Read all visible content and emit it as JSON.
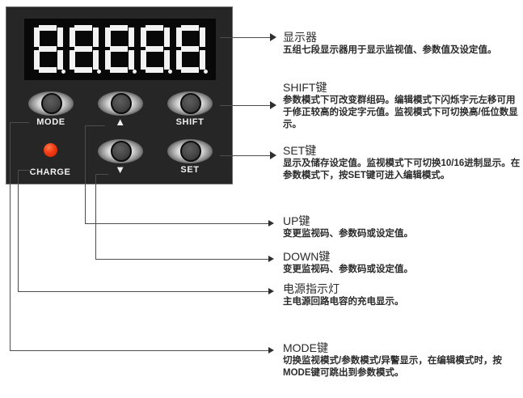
{
  "panel": {
    "display": {
      "digit_count": 5,
      "value": "88888",
      "segments_all_lit": true
    },
    "buttons": [
      {
        "id": "mode",
        "label": "MODE",
        "type": "text"
      },
      {
        "id": "up",
        "label": "▲",
        "type": "glyph"
      },
      {
        "id": "shift",
        "label": "SHIFT",
        "type": "text"
      },
      {
        "id": "down",
        "label": "▼",
        "type": "glyph"
      },
      {
        "id": "set",
        "label": "SET",
        "type": "text"
      }
    ],
    "indicator": {
      "id": "charge",
      "label": "CHARGE",
      "color": "#f23a13"
    }
  },
  "callouts": [
    {
      "id": "display",
      "title": "显示器",
      "body": "五组七段显示器用于显示监视值、参数值及设定值。"
    },
    {
      "id": "shift",
      "title": "SHIFT键",
      "body": "参数模式下可改变群组码。编辑模式下闪烁字元左移可用于修正较高的设定字元值。监视模式下可切换高/低位数显示。"
    },
    {
      "id": "set",
      "title": "SET键",
      "body": "显示及储存设定值。监视模式下可切换10/16进制显示。在参数模式下，按SET键可进入编辑模式。"
    },
    {
      "id": "up",
      "title": "UP键",
      "body": "变更监视码、参数码或设定值。"
    },
    {
      "id": "down",
      "title": "DOWN键",
      "body": "变更监视码、参数码或设定值。"
    },
    {
      "id": "charge",
      "title": "电源指示灯",
      "body": "主电源回路电容的充电显示。"
    },
    {
      "id": "mode",
      "title": "MODE键",
      "body": "切换监视模式/参数模式/异警显示，在编辑模式时，按MODE键可跳出到参数模式。"
    }
  ]
}
